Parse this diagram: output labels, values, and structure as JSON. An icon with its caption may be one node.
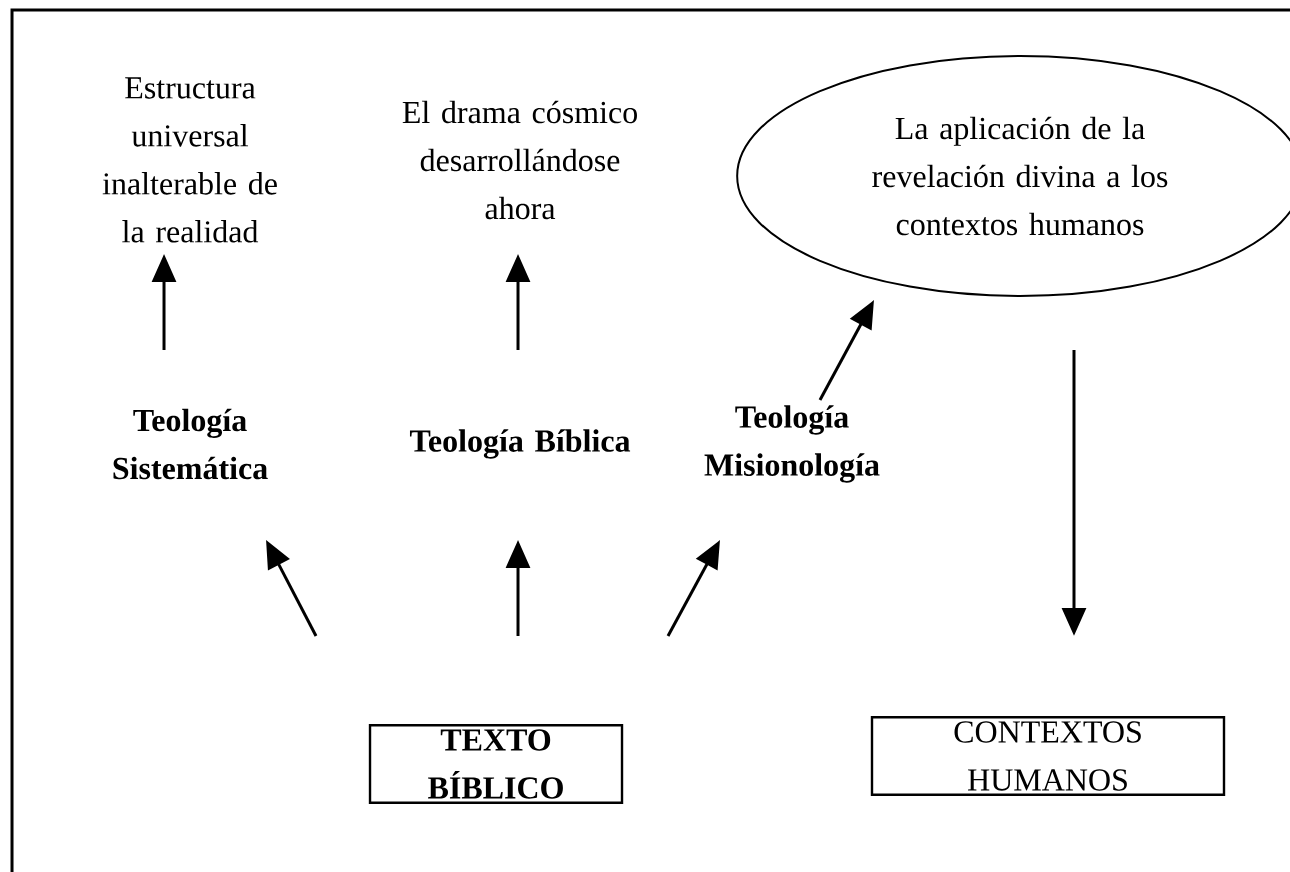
{
  "diagram": {
    "nodes": [
      {
        "text": [
          "Estructura universal inalterable de la realidad"
        ]
      },
      {
        "text": [
          "El drama cósmico desarrollándose ahora"
        ]
      },
      {
        "text": [
          "La aplicación de la revelación divina a los contextos humanos"
        ]
      },
      {
        "text": [
          "Teología Sistemática"
        ]
      },
      {
        "text": [
          "Teología Bíblica"
        ]
      },
      {
        "text": [
          "Teología Misionología"
        ]
      },
      {
        "text": [
          "TEXTO BÍBLICO"
        ]
      },
      {
        "text": [
          "CONTEXTOS HUMANOS"
        ]
      }
    ],
    "edges": [
      {
        "from": 3,
        "to": 0,
        "arrow": "to"
      },
      {
        "from": 4,
        "to": 1,
        "arrow": "to"
      },
      {
        "from": 5,
        "to": 2,
        "arrow": "to"
      },
      {
        "from": 6,
        "to": 3,
        "arrow": "to"
      },
      {
        "from": 6,
        "to": 4,
        "arrow": "to"
      },
      {
        "from": 6,
        "to": 5,
        "arrow": "to"
      },
      {
        "from": 2,
        "to": 7,
        "arrow": "to"
      }
    ]
  }
}
